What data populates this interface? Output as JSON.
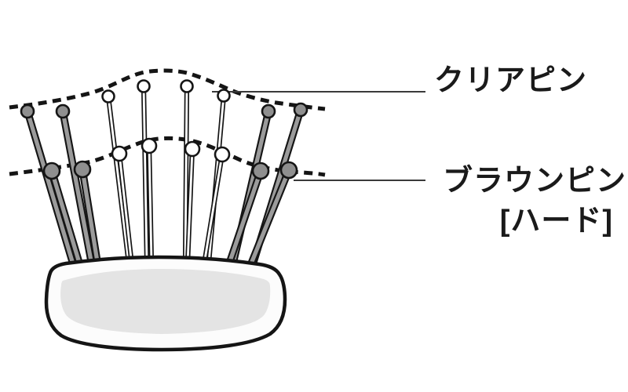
{
  "diagram": {
    "subject": "brush pin types side view",
    "background_color": "#ffffff",
    "pin_groups": [
      {
        "id": "clear",
        "label": "クリアピン",
        "tall_pins": 4,
        "short_pins": 4,
        "position": "center"
      },
      {
        "id": "brown",
        "label": "ブラウンピン",
        "qualifier": "[ハード]",
        "tall_pins": 4,
        "short_pins": 4,
        "position": "outer"
      }
    ],
    "contour_lines": 2
  },
  "labels": {
    "clear_pin": "クリアピン",
    "brown_pin": "ブラウンピン",
    "brown_pin_hardness": "[ハード]"
  },
  "colors": {
    "outline": "#151515",
    "dotted_contour": "#151515",
    "leader_line": "#3a3a3a",
    "clear_pin_fill": "#ffffff",
    "brown_pin_shaft_fill": "#9b9b9b",
    "brown_pin_ball_fill": "#8f8f8f",
    "base_fill": "#fcfcfc",
    "base_inner_fill": "#e4e4e4",
    "label_text": "#1a1a1a"
  }
}
